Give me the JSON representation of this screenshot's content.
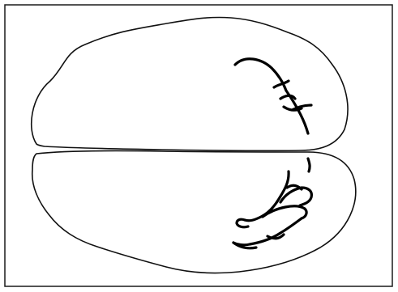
{
  "figure": {
    "frame_color": "#1a1a1a",
    "outline_color": "#111111",
    "mark_color": "#000000",
    "background": "#ffffff",
    "shapes": [
      "upper-hemisphere-outline",
      "lower-hemisphere-outline"
    ],
    "marks": [
      "upper-right-branching-stroke",
      "lower-right-branching-stroke",
      "lower-right-bottom-stroke"
    ]
  }
}
